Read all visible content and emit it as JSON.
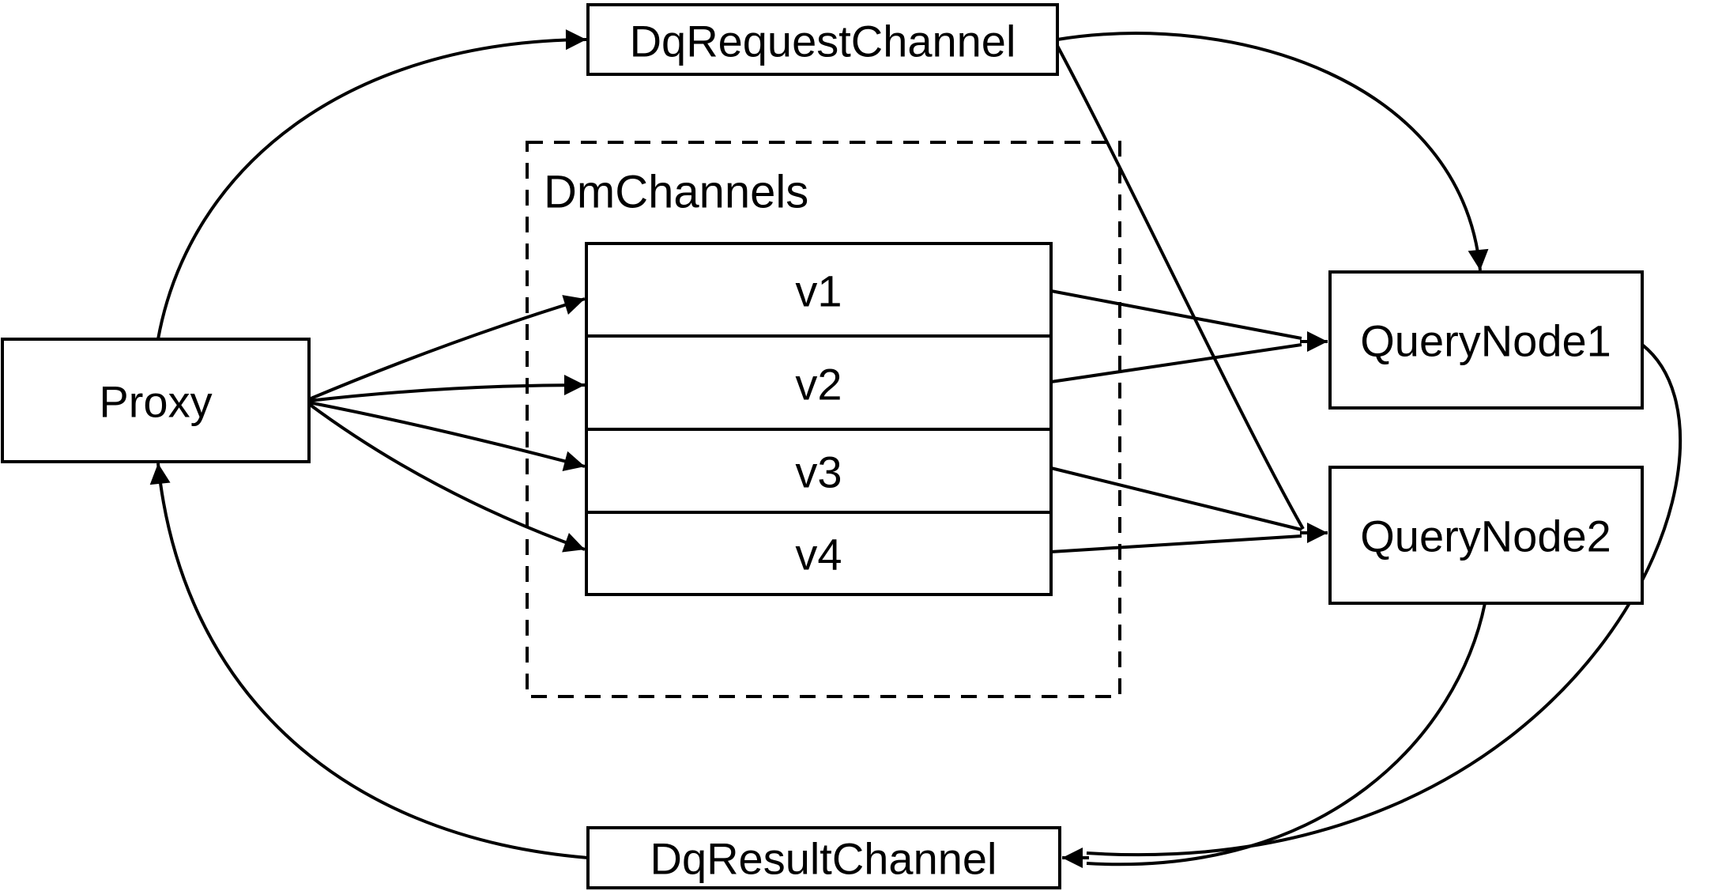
{
  "diagram": {
    "type": "flow-diagram",
    "background_color": "#ffffff",
    "stroke_color": "#000000",
    "nodes": {
      "proxy": {
        "label": "Proxy"
      },
      "dq_request_channel": {
        "label": "DqRequestChannel"
      },
      "dm_channels": {
        "label": "DmChannels",
        "channels": [
          {
            "label": "v1"
          },
          {
            "label": "v2"
          },
          {
            "label": "v3"
          },
          {
            "label": "v4"
          }
        ]
      },
      "query_node_1": {
        "label": "QueryNode1"
      },
      "query_node_2": {
        "label": "QueryNode2"
      },
      "dq_result_channel": {
        "label": "DqResultChannel"
      }
    },
    "edges": [
      {
        "from": "Proxy",
        "to": "DqRequestChannel"
      },
      {
        "from": "DqRequestChannel",
        "to": "QueryNode1"
      },
      {
        "from": "DqRequestChannel",
        "to": "QueryNode2"
      },
      {
        "from": "Proxy",
        "to": "v1"
      },
      {
        "from": "Proxy",
        "to": "v2"
      },
      {
        "from": "Proxy",
        "to": "v3"
      },
      {
        "from": "Proxy",
        "to": "v4"
      },
      {
        "from": "v1",
        "to": "QueryNode1"
      },
      {
        "from": "v2",
        "to": "QueryNode1"
      },
      {
        "from": "v3",
        "to": "QueryNode2"
      },
      {
        "from": "v4",
        "to": "QueryNode2"
      },
      {
        "from": "QueryNode1",
        "to": "DqResultChannel"
      },
      {
        "from": "QueryNode2",
        "to": "DqResultChannel"
      },
      {
        "from": "DqResultChannel",
        "to": "Proxy"
      }
    ]
  }
}
